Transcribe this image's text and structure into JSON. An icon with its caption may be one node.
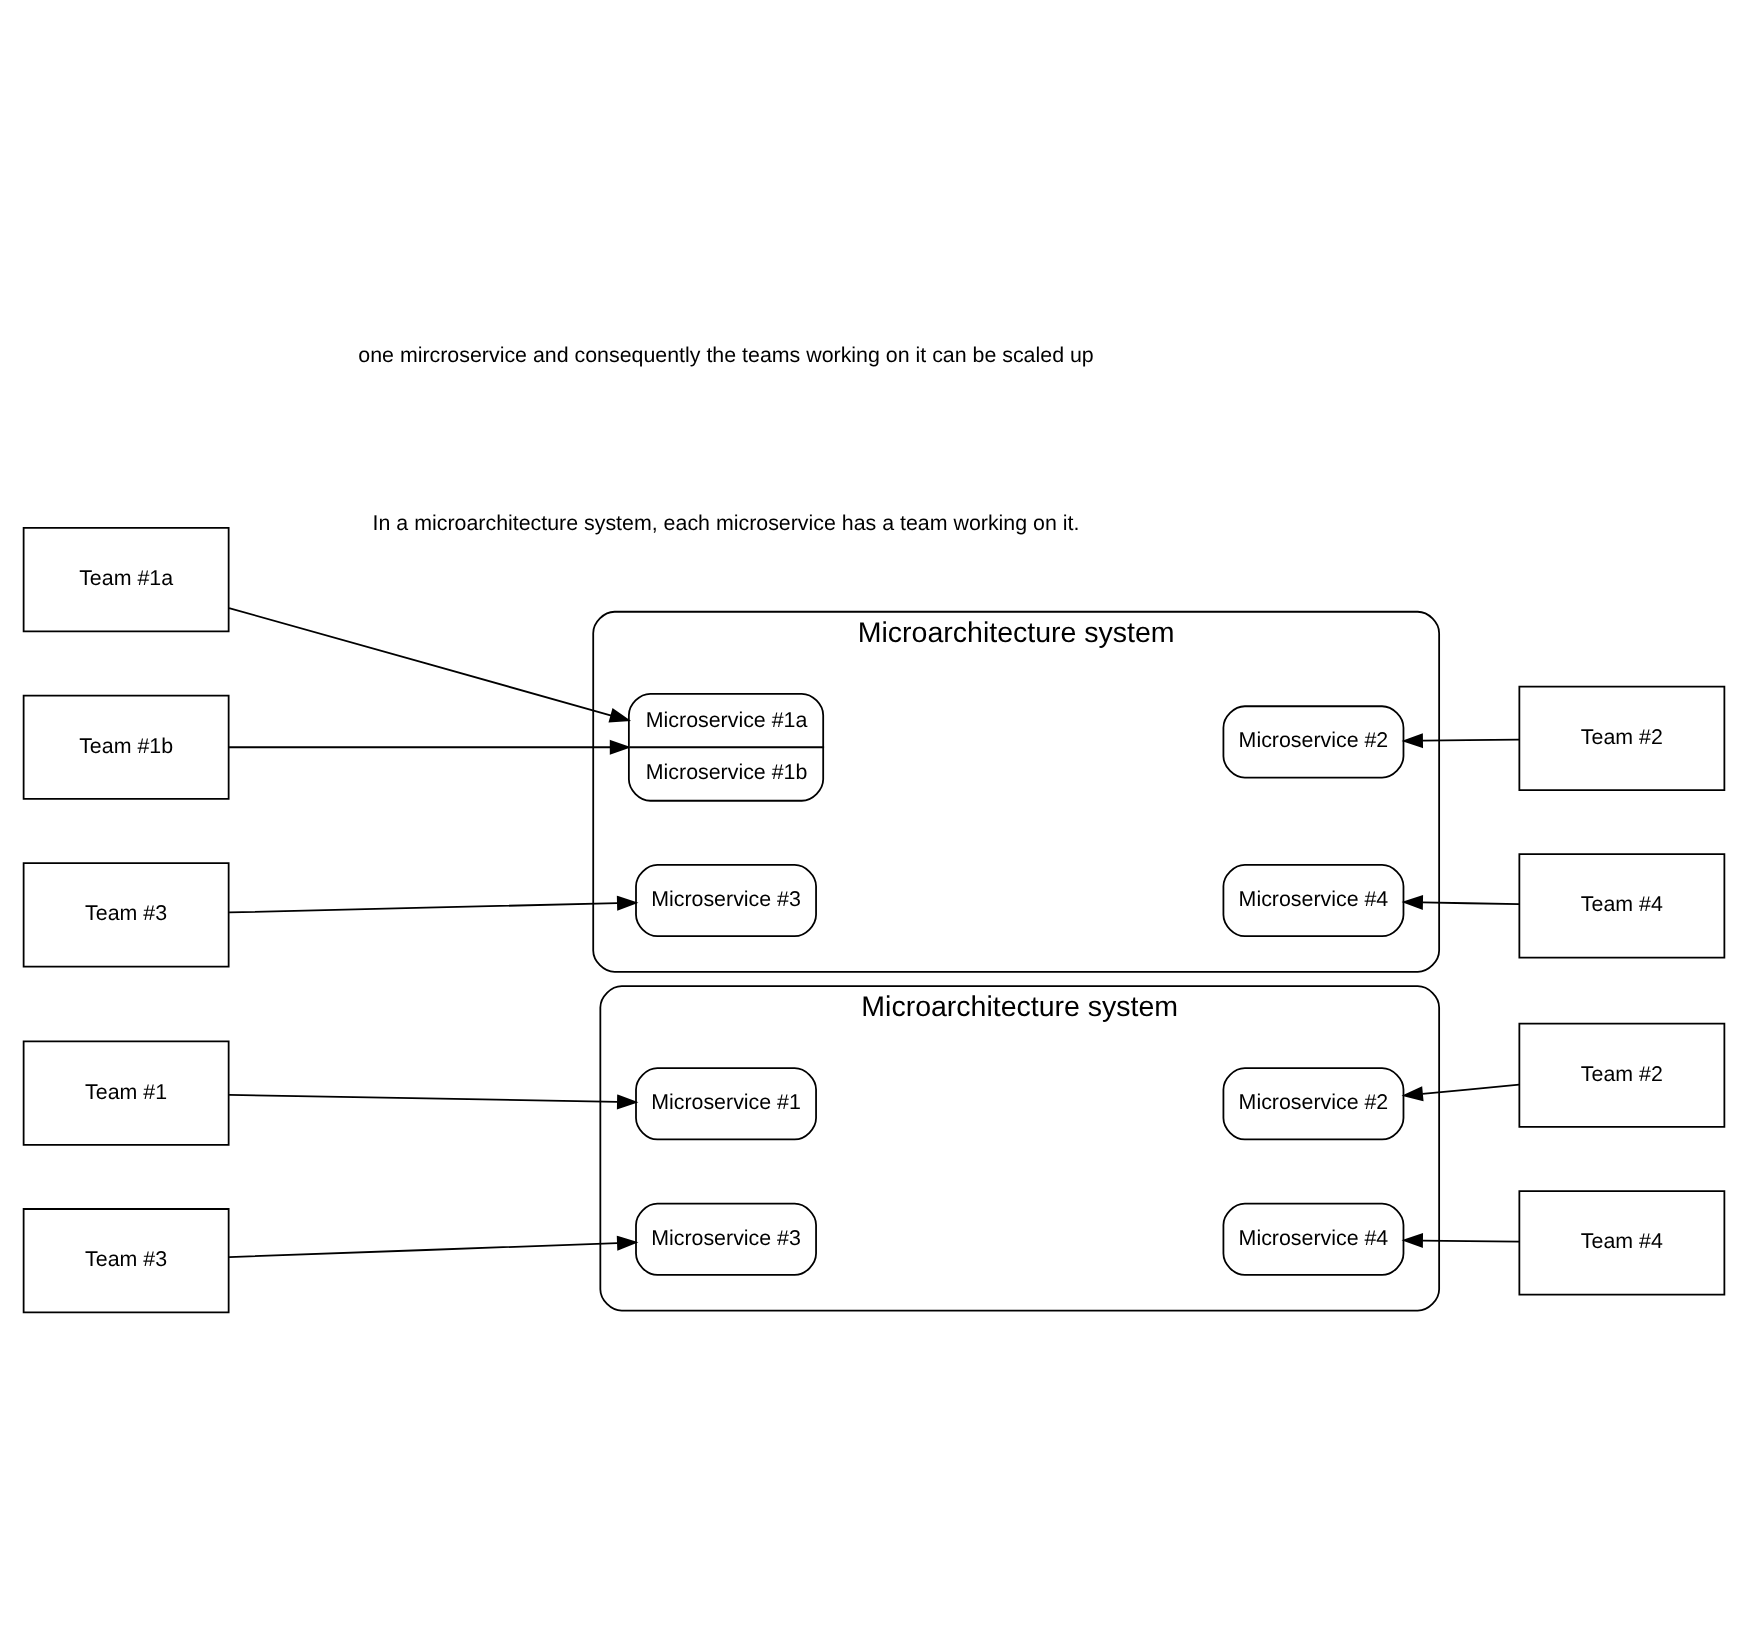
{
  "diagram": {
    "nodes": [
      {
        "text": [
          "Microarchitecture system"
        ]
      },
      {
        "text": [
          "Microservice #1"
        ],
        "in": 0
      },
      {
        "text": [
          "Microservice #2"
        ],
        "in": 0
      },
      {
        "text": [
          "Microservice #3"
        ],
        "in": 0
      },
      {
        "text": [
          "Microservice #4"
        ],
        "in": 0
      },
      {
        "text": [
          "Team #1"
        ]
      },
      {
        "text": [
          "Team #2"
        ]
      },
      {
        "text": [
          "Team #3"
        ]
      },
      {
        "text": [
          "Team #4"
        ]
      },
      {
        "text": [
          "Microarchitecture system"
        ]
      },
      {
        "text": [
          "Microservice #1a",
          "Microservice #1b"
        ],
        "in": 9
      },
      {
        "text": [
          "Microservice #2"
        ],
        "in": 9
      },
      {
        "text": [
          "Microservice #3"
        ],
        "in": 9
      },
      {
        "text": [
          "Microservice #4"
        ],
        "in": 9
      },
      {
        "text": [
          "Team #1a"
        ]
      },
      {
        "text": [
          "Team #1b"
        ]
      },
      {
        "text": [
          "Team #2"
        ]
      },
      {
        "text": [
          "Team #3"
        ]
      },
      {
        "text": [
          "Team #4"
        ]
      }
    ],
    "edges": [
      {
        "from": 5,
        "to": 1,
        "arrow": "to"
      },
      {
        "from": 6,
        "to": 2,
        "arrow": "to"
      },
      {
        "from": 7,
        "to": 3,
        "arrow": "to"
      },
      {
        "from": 8,
        "to": 4,
        "arrow": "to"
      },
      {
        "from": 14,
        "to": 10,
        "arrow": "to"
      },
      {
        "from": 15,
        "to": 10,
        "arrow": "to"
      },
      {
        "from": 16,
        "to": 11,
        "arrow": "to"
      },
      {
        "from": 17,
        "to": 12,
        "arrow": "to"
      },
      {
        "from": 18,
        "to": 13,
        "arrow": "to"
      }
    ],
    "labels": [
      "In a microarchitecture system, each microservice has a team working on it.",
      "one mircroservice and consequently the teams working on it can be scaled up"
    ]
  }
}
